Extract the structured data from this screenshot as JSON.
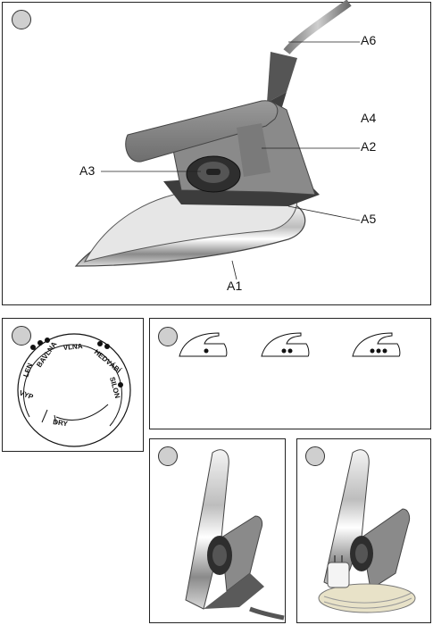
{
  "figure1": {
    "callouts": {
      "a6": "A6",
      "a4": "A4",
      "a2": "A2",
      "a3": "A3",
      "a5": "A5",
      "a1": "A1"
    }
  },
  "figure2": {
    "dial_labels": {
      "len": "LEN",
      "bavlna": "BAVLNA",
      "vlna": "VLNA",
      "hedvabi": "HEDVÁBÍ",
      "silon": "SILON",
      "vvp": "VYP",
      "dry": "DRY"
    },
    "dots": {
      "len": 3,
      "vlna": 2,
      "silon": 1
    }
  },
  "figure3": {
    "settings": [
      {
        "dots": 1
      },
      {
        "dots": 2
      },
      {
        "dots": 3
      }
    ]
  },
  "icons": {
    "badge": "circle-badge-icon",
    "iron": "iron-icon"
  }
}
